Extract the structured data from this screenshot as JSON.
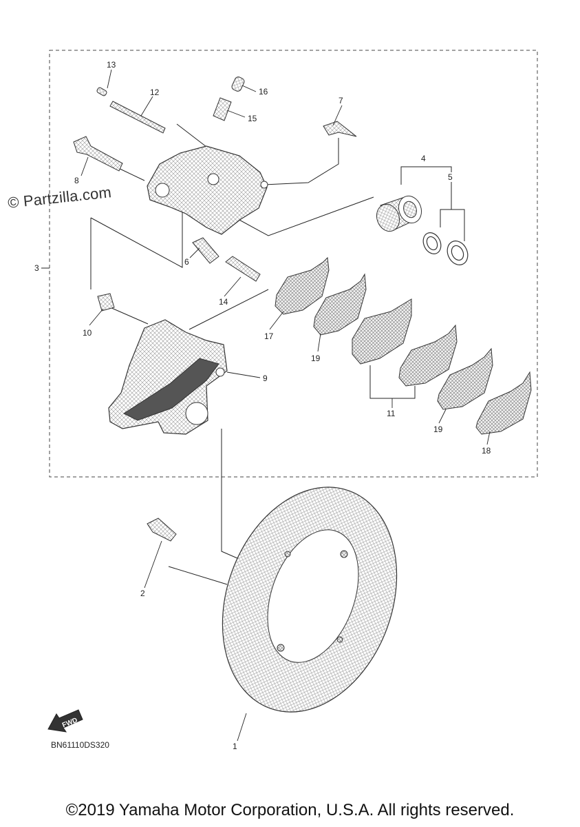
{
  "watermark": "© Partzilla.com",
  "diagram_code": "BN61110DS320",
  "copyright": "©2019 Yamaha Motor Corporation, U.S.A. All rights reserved.",
  "fwd_label": "FWD",
  "callouts": {
    "c1": "1",
    "c2": "2",
    "c3": "3",
    "c4": "4",
    "c5": "5",
    "c6": "6",
    "c7": "7",
    "c8": "8",
    "c9": "9",
    "c10": "10",
    "c11": "11",
    "c12": "12",
    "c13": "13",
    "c14": "14",
    "c15": "15",
    "c16": "16",
    "c17": "17",
    "c18": "18",
    "c19a": "19",
    "c19b": "19"
  }
}
